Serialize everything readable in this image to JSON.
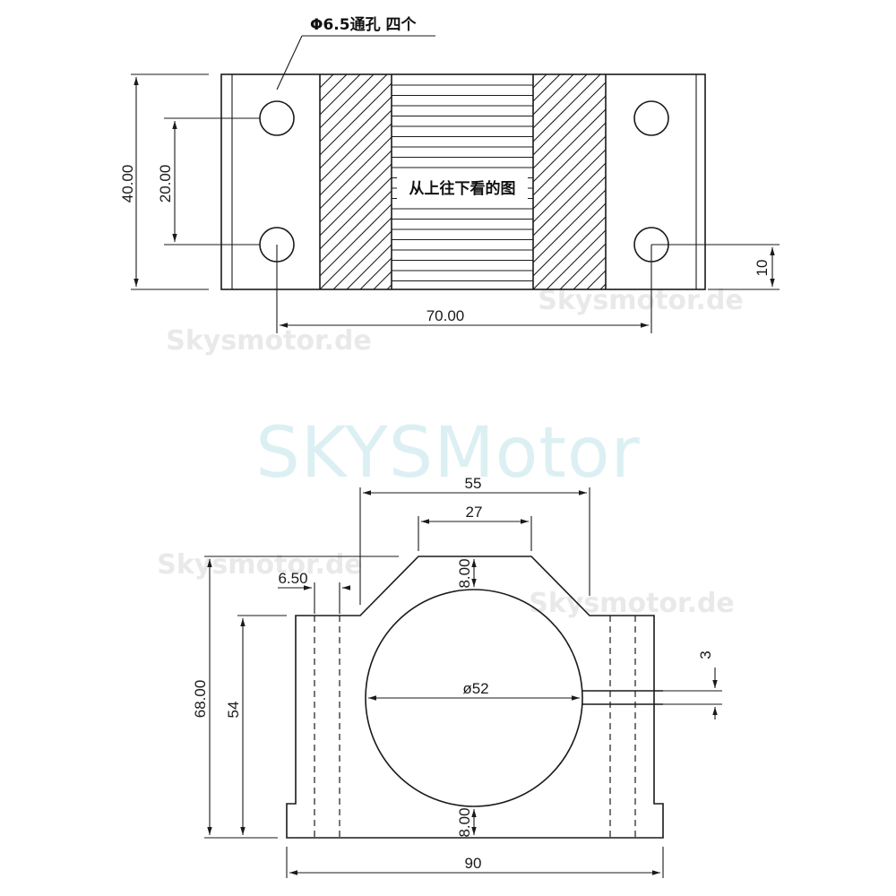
{
  "watermarks": {
    "brand": "SKYSMotor",
    "site": "Skysmotor.de"
  },
  "top_view": {
    "hole_note": "Φ6.5通孔 四个",
    "center_label": "从上往下看的图",
    "dims": {
      "height": "40.00",
      "hole_spacing_v": "20.00",
      "hole_spacing_h": "70.00",
      "hole_offset": "10"
    }
  },
  "front_view": {
    "dims": {
      "top_width": "55",
      "top_flat": "27",
      "top_wall": "8.00",
      "step": "6.50",
      "total_height": "68.00",
      "shoulder_height": "54",
      "bore": "ø52",
      "slot": "3",
      "bottom_wall": "8.00",
      "base_width": "90"
    }
  }
}
